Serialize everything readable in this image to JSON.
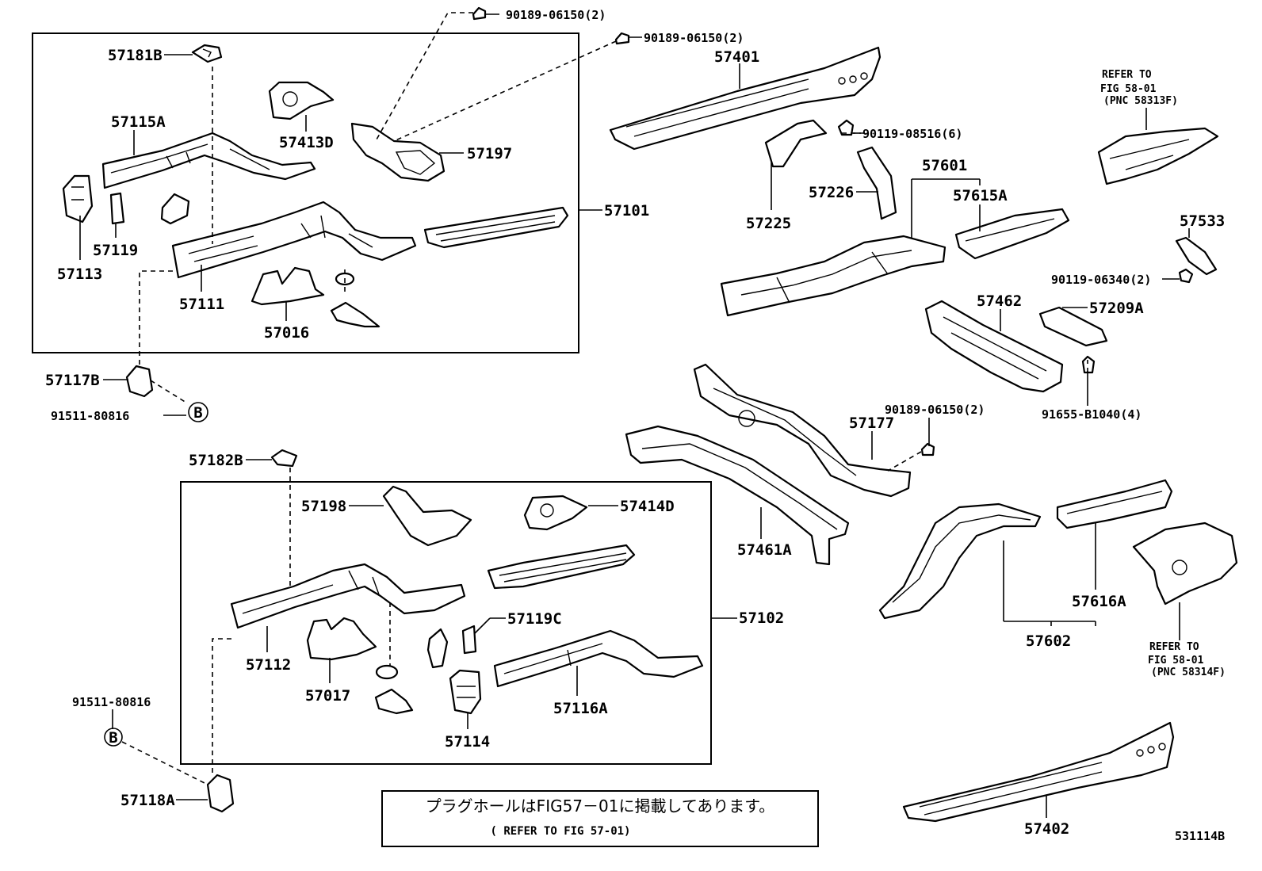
{
  "labels": {
    "p90189_top1": "90189-06150(2)",
    "p90189_top2": "90189-06150(2)",
    "p57181B": "57181B",
    "p57401": "57401",
    "p57115A": "57115A",
    "p57413D": "57413D",
    "p57197": "57197",
    "p90119_08516": "90119-08516(6)",
    "p57601": "57601",
    "p57225": "57225",
    "p57226": "57226",
    "p57615A": "57615A",
    "p57113": "57113",
    "p57119": "57119",
    "p57111": "57111",
    "p57016": "57016",
    "p57101": "57101",
    "p57533": "57533",
    "p90119_06340": "90119-06340(2)",
    "p57462": "57462",
    "p57209A": "57209A",
    "p57117B": "57117B",
    "p91511_a": "91511-80816",
    "p90189_mid": "90189-06150(2)",
    "p57177": "57177",
    "p91655": "91655-B1040(4)",
    "p57182B": "57182B",
    "p57198": "57198",
    "p57414D": "57414D",
    "p57461A": "57461A",
    "p57119C": "57119C",
    "p57102": "57102",
    "p57112": "57112",
    "p57017": "57017",
    "p57116A": "57116A",
    "p57114": "57114",
    "p57616A": "57616A",
    "p57602": "57602",
    "p91511_b": "91511-80816",
    "p57118A": "57118A",
    "p57402": "57402",
    "circle_b1": "B",
    "circle_b2": "B"
  },
  "refs": {
    "ref1_l1": "REFER TO",
    "ref1_l2": "FIG 58-01",
    "ref1_l3": "(PNC 58313F)",
    "ref2_l1": "REFER TO",
    "ref2_l2": "FIG 58-01",
    "ref2_l3": "(PNC 58314F)"
  },
  "note": {
    "jp": "プラグホールはFIG57－01に掲載してあります。",
    "en": "( REFER TO FIG 57-01)"
  },
  "figure_id": "531114B"
}
